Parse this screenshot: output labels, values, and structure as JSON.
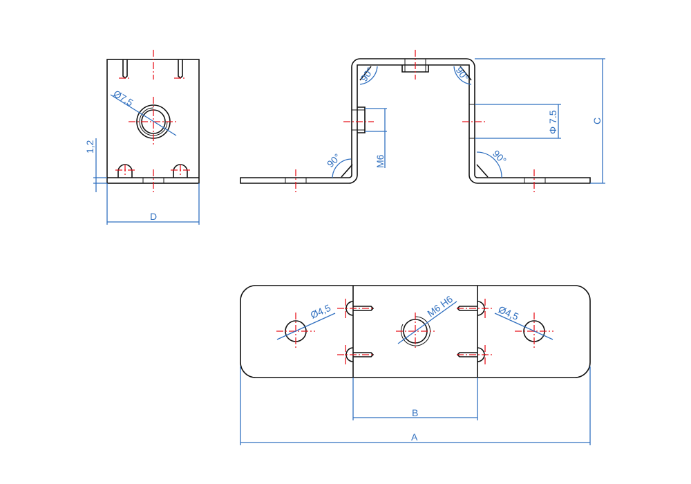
{
  "drawing": {
    "labels": {
      "dim_1_2": "1,2",
      "dim_d": "D",
      "dia_7_5_front": "Ø7,5",
      "angle_top_left": "90°",
      "angle_top_right": "90°",
      "angle_bottom_left": "90°",
      "angle_bottom_right": "90°",
      "thread_m6": "M6",
      "dia_7_5_side": "Φ 7.5",
      "dim_c": "C",
      "dia_4_5_left": "Ø4,5",
      "thread_m6_h6": "M6 H6",
      "dia_4_5_right": "Ø4,5",
      "dim_b": "B",
      "dim_a": "A"
    },
    "colors": {
      "outline": "#111111",
      "centerline": "#e8141c",
      "dimension": "#2f6fbf"
    }
  }
}
